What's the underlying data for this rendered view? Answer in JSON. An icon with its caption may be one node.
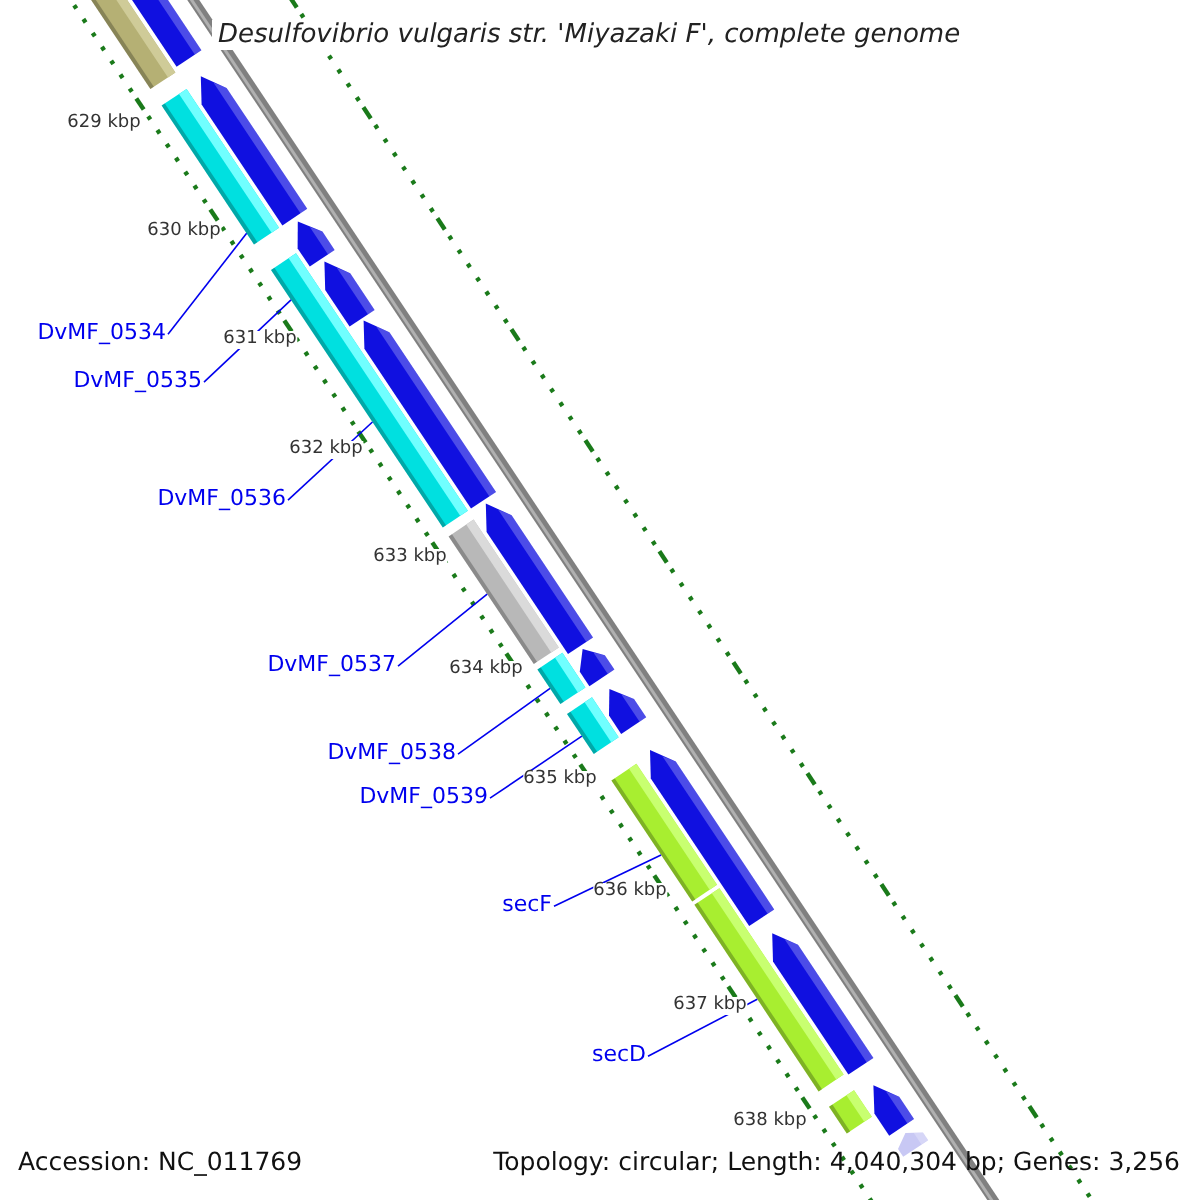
{
  "diagram": {
    "title": "Desulfovibrio vulgaris str. 'Miyazaki F', complete genome",
    "nodes": [
      {
        "text": [
          "DvMF_0534"
        ]
      },
      {
        "text": [
          "DvMF_0535"
        ]
      },
      {
        "text": [
          "DvMF_0536"
        ]
      },
      {
        "text": [
          "DvMF_0537"
        ]
      },
      {
        "text": [
          "DvMF_0538"
        ]
      },
      {
        "text": [
          "DvMF_0539"
        ]
      },
      {
        "text": [
          "secF"
        ]
      },
      {
        "text": [
          "secD"
        ]
      },
      {
        "text": [],
        "shape": "bar"
      },
      {
        "text": [],
        "shape": "bar"
      },
      {
        "text": [],
        "shape": "bar"
      },
      {
        "text": [],
        "shape": "bar"
      },
      {
        "text": [],
        "shape": "bar"
      },
      {
        "text": [],
        "shape": "bar"
      },
      {
        "text": [],
        "shape": "bar"
      },
      {
        "text": [],
        "shape": "bar"
      },
      {
        "text": [],
        "shape": "bar"
      },
      {
        "text": [],
        "shape": "pentagon"
      },
      {
        "text": [],
        "shape": "pentagon"
      },
      {
        "text": [],
        "shape": "pentagon"
      },
      {
        "text": [],
        "shape": "pentagon"
      },
      {
        "text": [],
        "shape": "pentagon"
      },
      {
        "text": [],
        "shape": "pentagon"
      },
      {
        "text": [],
        "shape": "pentagon"
      },
      {
        "text": [],
        "shape": "pentagon"
      },
      {
        "text": [],
        "shape": "pentagon"
      },
      {
        "text": [],
        "shape": "pentagon"
      },
      {
        "text": [],
        "shape": "pentagon"
      },
      {
        "text": [],
        "shape": "pentagon"
      }
    ],
    "edges": [
      {
        "from": 0,
        "to": 9,
        "arrow": "none"
      },
      {
        "from": 1,
        "to": 10,
        "arrow": "none"
      },
      {
        "from": 2,
        "to": 10,
        "arrow": "none"
      },
      {
        "from": 3,
        "to": 11,
        "arrow": "none"
      },
      {
        "from": 4,
        "to": 12,
        "arrow": "none"
      },
      {
        "from": 5,
        "to": 13,
        "arrow": "none"
      },
      {
        "from": 6,
        "to": 14,
        "arrow": "none"
      },
      {
        "from": 7,
        "to": 15,
        "arrow": "none"
      }
    ],
    "labels": [
      "629 kbp",
      "630 kbp",
      "631 kbp",
      "632 kbp",
      "633 kbp",
      "634 kbp",
      "635 kbp",
      "636 kbp",
      "637 kbp",
      "638 kbp",
      "Accession: NC_011769",
      "Topology: circular; Length: 4,040,304 bp; Genes: 3,256"
    ]
  }
}
